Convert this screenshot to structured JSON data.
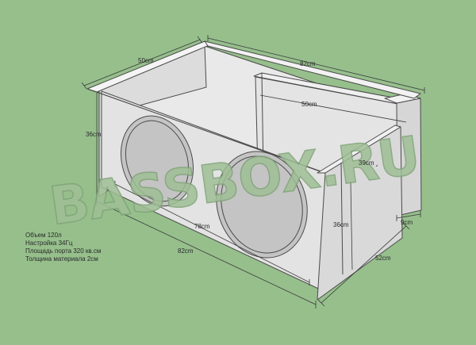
{
  "watermark": "BASSBOX.RU",
  "dimensions": {
    "top_depth": "50cm",
    "top_width": "82cm",
    "port_length": "50cm",
    "front_height": "36cm",
    "inner_width": "78cm",
    "bottom_width": "82cm",
    "side_height": "36cm",
    "port_height": "39cm",
    "port_width": "9cm",
    "side_depth": "52cm"
  },
  "specs": [
    "Объем 120л",
    "Настройка 34Гц",
    "Площадь порта 320 кв.см",
    "Толщина материала 2см"
  ]
}
